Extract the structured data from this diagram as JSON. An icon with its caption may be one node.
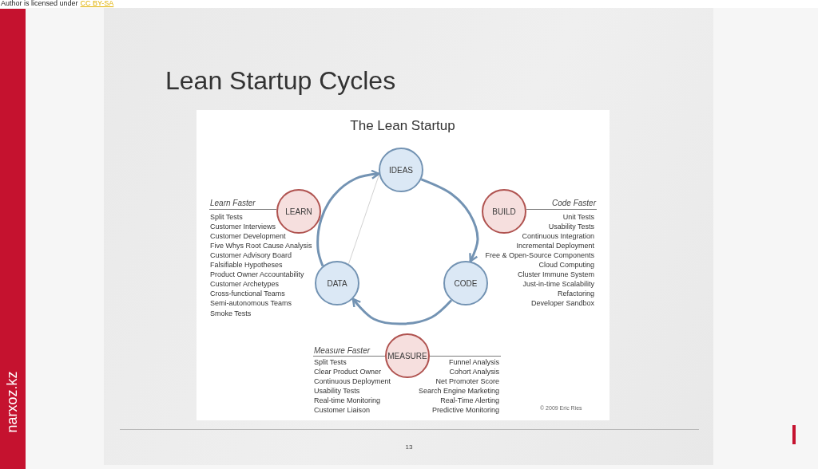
{
  "diagram": {
    "title": "Lean Startup Cycles",
    "nodes": [
      {
        "text": [
          "IDEAS"
        ]
      },
      {
        "text": [
          "LEARN"
        ],
        "beside": [
          "Learn Faster",
          "Split Tests",
          "Customer Interviews",
          "Customer Development",
          "Five Whys Root Cause Analysis",
          "Customer Advisory Board",
          "Falsifiable Hypotheses",
          "Product Owner Accountability",
          "Customer Archetypes",
          "Cross-functional Teams",
          "Semi-autonomous Teams",
          "Smoke Tests"
        ]
      },
      {
        "text": [
          "BUILD"
        ],
        "beside": [
          "Code Faster",
          "Unit Tests",
          "Usability Tests",
          "Continuous Integration",
          "Incremental Deployment",
          "Free & Open-Source Components",
          "Cloud Computing",
          "Cluster Immune System",
          "Just-in-time Scalability",
          "Refactoring",
          "Developer Sandbox"
        ]
      },
      {
        "text": [
          "DATA"
        ]
      },
      {
        "text": [
          "CODE"
        ]
      },
      {
        "text": [
          "MEASURE"
        ],
        "beside": [
          "Measure Faster",
          "Split Tests",
          "Clear Product Owner",
          "Continuous Deployment",
          "Usability Tests",
          "Real-time Monitoring",
          "Customer Liaison",
          "Funnel Analysis",
          "Cohort Analysis",
          "Net Promoter Score",
          "Search Engine Marketing",
          "Real-Time Alerting",
          "Predictive Monitoring"
        ]
      }
    ],
    "edges": [
      {
        "from": 0,
        "to": 4,
        "arrow": "to"
      },
      {
        "from": 4,
        "to": 3,
        "arrow": "to"
      },
      {
        "from": 3,
        "to": 0,
        "arrow": "to"
      },
      {
        "from": 3,
        "to": 0,
        "arrow": "none",
        "color": "#d2d2d2"
      }
    ],
    "labels": [
      "Author is licensed under",
      "CC BY-SA",
      "The Lean Startup",
      "© 2009 Eric Ries",
      "13",
      "narxoz.kz"
    ]
  }
}
